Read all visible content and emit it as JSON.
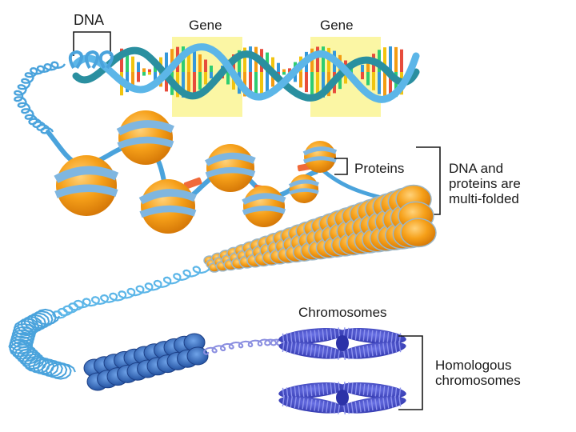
{
  "labels": {
    "dna": "DNA",
    "gene_1": "Gene",
    "gene_2": "Gene",
    "proteins": "Proteins",
    "multifolded_line1": "DNA and",
    "multifolded_line2": "proteins are",
    "multifolded_line3": "multi-folded",
    "chromosomes": "Chromosomes",
    "homologous_line1": "Homologous",
    "homologous_line2": "chromosomes"
  },
  "colors": {
    "dna_strand": "#3a9fd8",
    "dna_strand_dark": "#2a7fb8",
    "nucleosome_orange": "#f6a019",
    "nucleosome_band": "#7fb6e0",
    "gene_highlight": "#fbf6a4",
    "chromosome_blue": "#3d45c4",
    "chromatin_dark_blue": "#2e5fb5",
    "bracket_line": "#1a1a1a"
  },
  "icons": {
    "dna_helix": "double-helix-illustration",
    "nucleosome": "histone-bead-illustration",
    "chromosome": "x-shaped-chromosome-illustration"
  }
}
